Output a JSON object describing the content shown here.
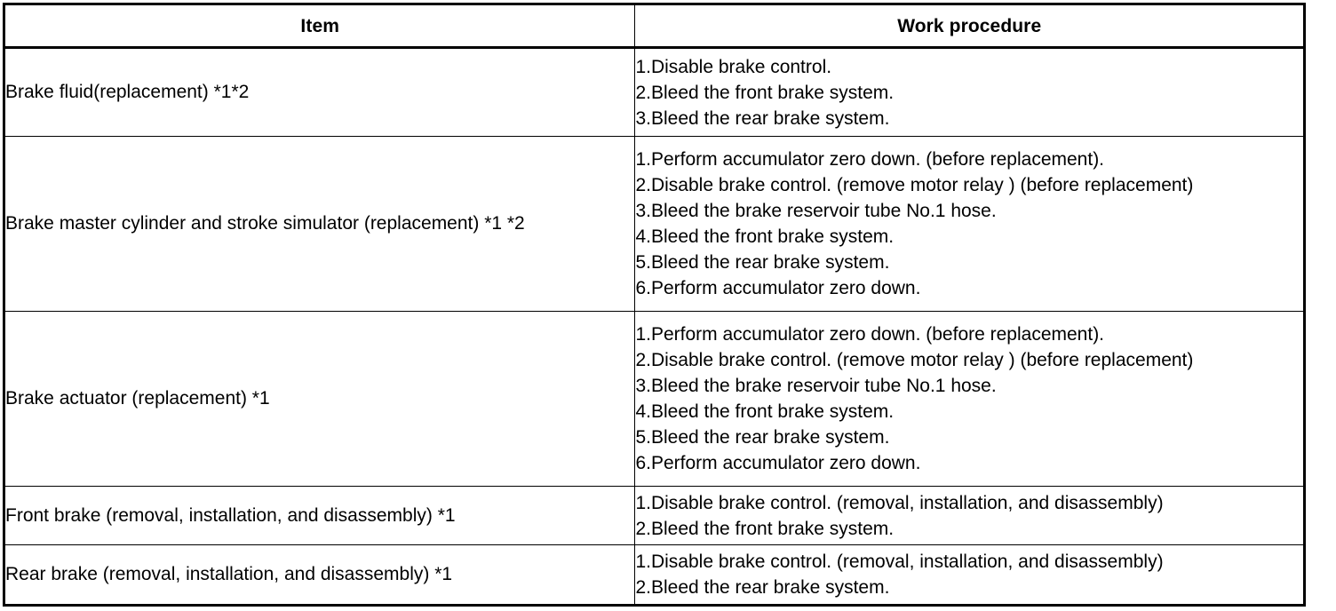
{
  "table": {
    "headers": {
      "item": "Item",
      "procedure": "Work procedure"
    },
    "rows": [
      {
        "item": "Brake fluid(replacement) *1*2",
        "steps": [
          {
            "num": "1.",
            "text": "Disable brake control."
          },
          {
            "num": "2.",
            "text": "Bleed the front brake system."
          },
          {
            "num": "3.",
            "text": "Bleed the rear brake system."
          }
        ]
      },
      {
        "item": "Brake master cylinder and stroke simulator (replacement) *1 *2",
        "steps": [
          {
            "num": "1.",
            "text": "Perform accumulator zero down. (before replacement)."
          },
          {
            "num": "2.",
            "text": "Disable brake control. (remove motor relay ) (before replacement)"
          },
          {
            "num": "3.",
            "text": "Bleed the brake reservoir tube No.1 hose."
          },
          {
            "num": "4.",
            "text": "Bleed the front brake system."
          },
          {
            "num": "5.",
            "text": "Bleed the rear brake system."
          },
          {
            "num": "6.",
            "text": "Perform accumulator zero down."
          }
        ]
      },
      {
        "item": "Brake actuator (replacement) *1",
        "steps": [
          {
            "num": "1.",
            "text": "Perform accumulator zero down. (before replacement)."
          },
          {
            "num": "2.",
            "text": "Disable brake control. (remove motor relay ) (before replacement)"
          },
          {
            "num": "3.",
            "text": "Bleed the brake reservoir tube No.1 hose."
          },
          {
            "num": "4.",
            "text": "Bleed the front brake system."
          },
          {
            "num": "5.",
            "text": "Bleed the rear brake system."
          },
          {
            "num": "6.",
            "text": "Perform accumulator zero down."
          }
        ]
      },
      {
        "item": "Front brake (removal, installation, and disassembly) *1",
        "steps": [
          {
            "num": "1.",
            "text": "Disable brake control. (removal, installation, and disassembly)"
          },
          {
            "num": "2.",
            "text": "Bleed the front brake system."
          }
        ]
      },
      {
        "item": "Rear brake (removal, installation, and disassembly) *1",
        "steps": [
          {
            "num": "1.",
            "text": "Disable brake control. (removal, installation, and disassembly)"
          },
          {
            "num": "2.",
            "text": "Bleed the rear brake system."
          }
        ]
      }
    ]
  },
  "colors": {
    "border": "#000000",
    "text": "#000000",
    "background": "#ffffff"
  }
}
